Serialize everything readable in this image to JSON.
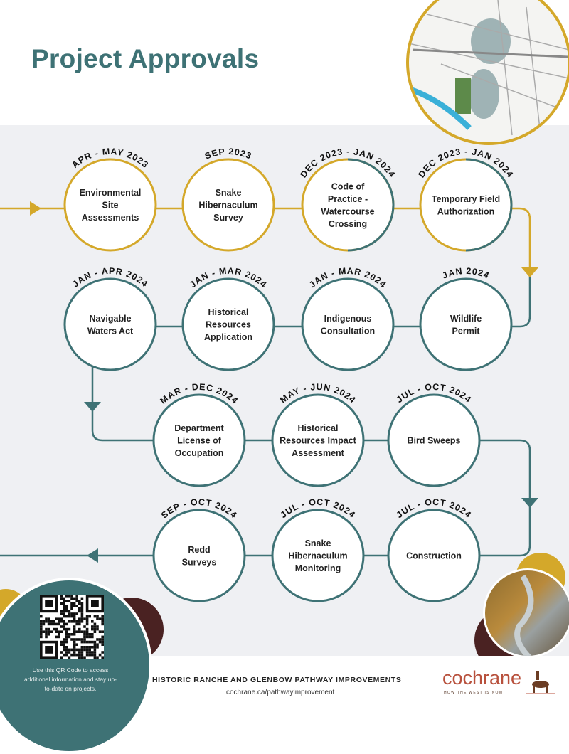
{
  "title": "Project Approvals",
  "colors": {
    "teal": "#3e7275",
    "gold": "#d4a82a",
    "background": "#eff0f3",
    "brown": "#4a2222"
  },
  "steps": [
    {
      "date": "APR - MAY 2023",
      "label": [
        "Environmental",
        "Site",
        "Assessments"
      ],
      "status": "gold"
    },
    {
      "date": "SEP 2023",
      "label": [
        "Snake",
        "Hibernaculum",
        "Survey"
      ],
      "status": "gold"
    },
    {
      "date": "DEC 2023 - JAN 2024",
      "label": [
        "Code of",
        "Practice -",
        "Watercourse",
        "Crossing"
      ],
      "status": "split"
    },
    {
      "date": "DEC 2023 - JAN 2024",
      "label": [
        "Temporary Field",
        "Authorization"
      ],
      "status": "split"
    },
    {
      "date": "JAN 2024",
      "label": [
        "Wildlife",
        "Permit"
      ],
      "status": "teal"
    },
    {
      "date": "JAN - MAR 2024",
      "label": [
        "Indigenous",
        "Consultation"
      ],
      "status": "teal"
    },
    {
      "date": "JAN - MAR 2024",
      "label": [
        "Historical",
        "Resources",
        "Application"
      ],
      "status": "teal"
    },
    {
      "date": "JAN - APR 2024",
      "label": [
        "Navigable",
        "Waters Act"
      ],
      "status": "teal"
    },
    {
      "date": "MAR - DEC 2024",
      "label": [
        "Department",
        "License of",
        "Occupation"
      ],
      "status": "teal"
    },
    {
      "date": "MAY - JUN 2024",
      "label": [
        "Historical",
        "Resources Impact",
        "Assessment"
      ],
      "status": "teal"
    },
    {
      "date": "JUL - OCT 2024",
      "label": [
        "Bird Sweeps"
      ],
      "status": "teal"
    },
    {
      "date": "JUL - OCT 2024",
      "label": [
        "Construction"
      ],
      "status": "teal"
    },
    {
      "date": "JUL - OCT 2024",
      "label": [
        "Snake",
        "Hibernaculum",
        "Monitoring"
      ],
      "status": "teal"
    },
    {
      "date": "SEP - OCT 2024",
      "label": [
        "Redd",
        "Surveys"
      ],
      "status": "teal"
    }
  ],
  "qr_caption": "Use this QR Code to access additional information and stay up-to-date on projects.",
  "footer": {
    "title": "HISTORIC RANCHE AND GLENBOW PATHWAY IMPROVEMENTS",
    "url": "cochrane.ca/pathwayimprovement"
  },
  "logo": {
    "name": "cochrane",
    "tagline": "HOW THE WEST IS NOW"
  }
}
